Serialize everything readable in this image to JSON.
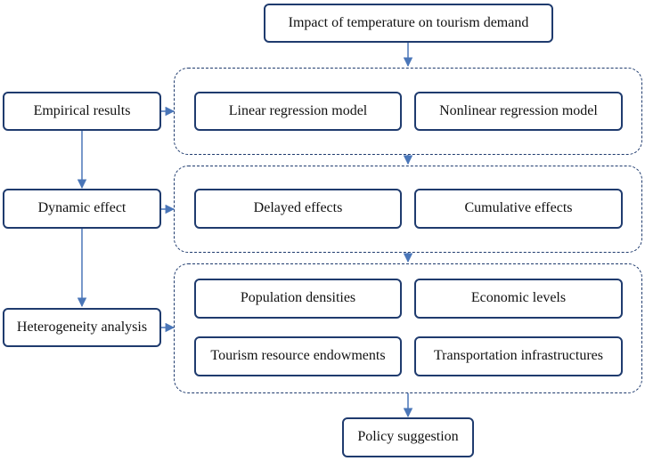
{
  "diagram": {
    "title_box": "Impact of temperature on tourism demand",
    "left_steps": [
      "Empirical results",
      "Dynamic effect",
      "Heterogeneity analysis"
    ],
    "groups": [
      {
        "items": [
          "Linear regression model",
          "Nonlinear regression model"
        ]
      },
      {
        "items": [
          "Delayed effects",
          "Cumulative effects"
        ]
      },
      {
        "items": [
          "Population densities",
          "Economic levels",
          "Tourism resource endowments",
          "Transportation infrastructures"
        ]
      }
    ],
    "final_box": "Policy suggestion",
    "colors": {
      "border": "#1f3b6e",
      "arrow": "#4a76b8",
      "text": "#111111"
    }
  }
}
